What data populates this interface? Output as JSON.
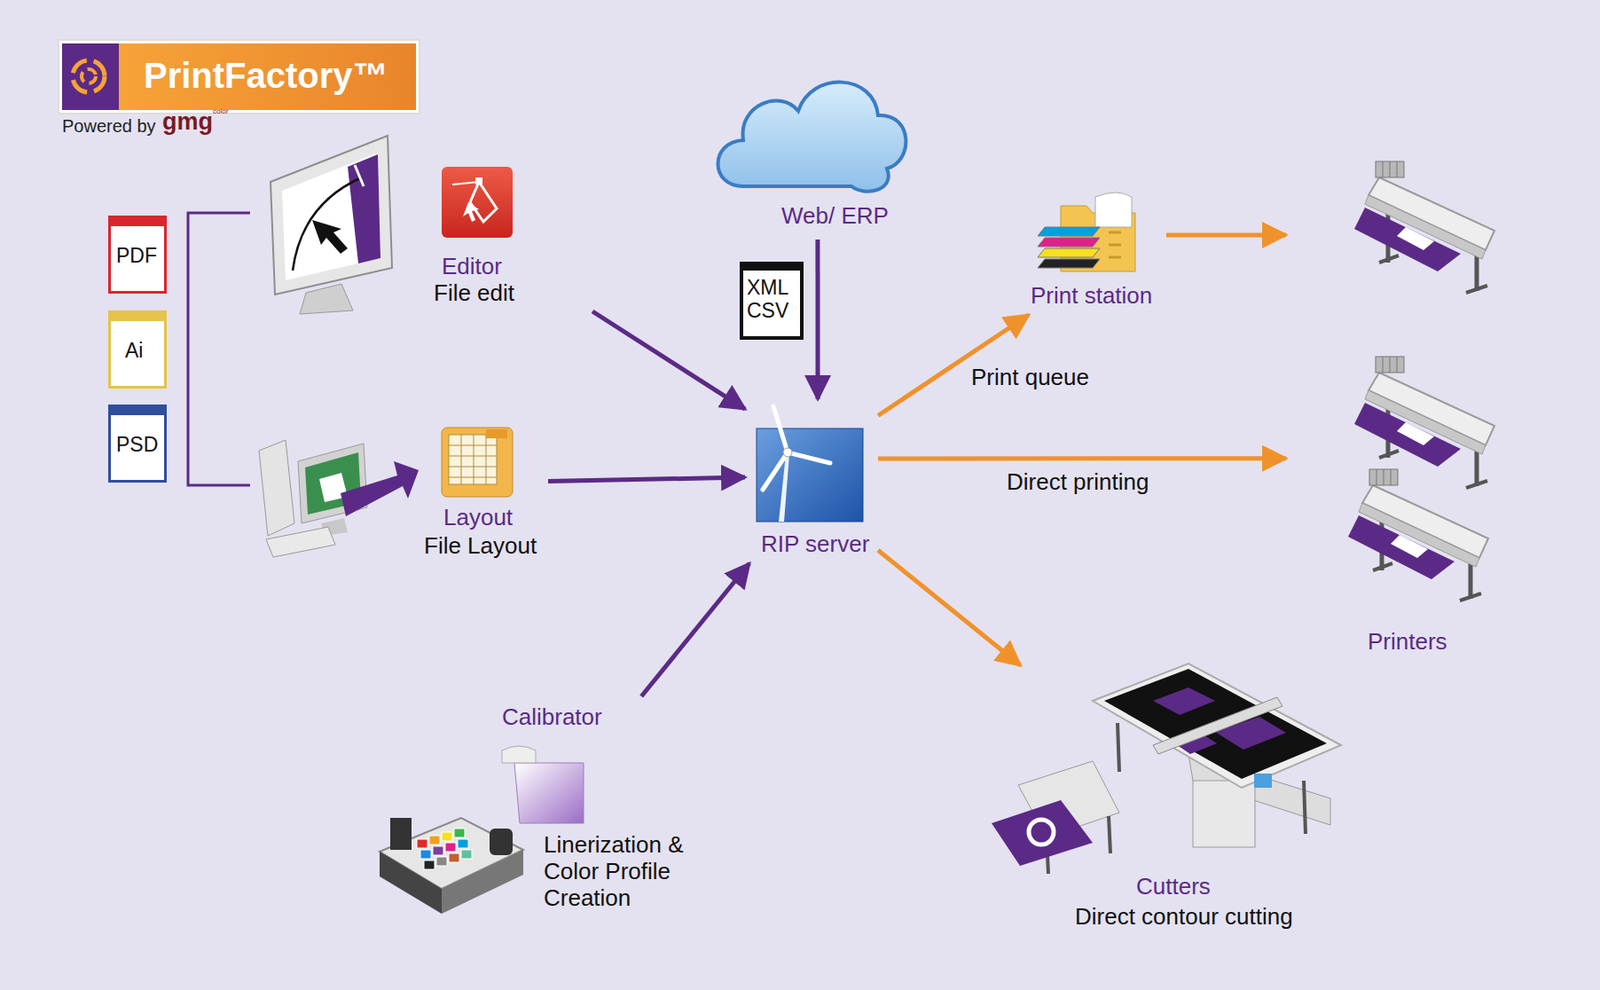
{
  "diagram": {
    "nodes": [
      {
        "text": [
          "PrintFactory™"
        ]
      },
      {
        "text": [
          "PDF"
        ]
      },
      {
        "text": [
          "Ai"
        ]
      },
      {
        "text": [
          "PSD"
        ]
      },
      {
        "text": [
          "Editor",
          "File edit"
        ]
      },
      {
        "text": [
          "Web/ ERP"
        ]
      },
      {
        "text": [
          "XML CSV"
        ]
      },
      {
        "text": [
          "Print station"
        ]
      },
      {
        "text": [
          "Layout",
          "File Layout"
        ]
      },
      {
        "text": [
          "RIP server"
        ]
      },
      {
        "text": [
          "Printers"
        ]
      },
      {
        "text": [
          "Calibrator",
          "Linerization & Color Profile Creation"
        ]
      },
      {
        "text": [
          "Cutters",
          "Direct contour cutting"
        ]
      }
    ],
    "edges": [
      {
        "from": 4,
        "to": 9,
        "arrow": "to"
      },
      {
        "from": 8,
        "to": 9,
        "arrow": "to"
      },
      {
        "from": 5,
        "to": 9,
        "arrow": "to"
      },
      {
        "from": 11,
        "to": 9,
        "arrow": "to"
      },
      {
        "from": 9,
        "to": 7,
        "label": "Print queue",
        "arrow": "to"
      },
      {
        "from": 9,
        "to": 10,
        "label": "Direct printing",
        "arrow": "to"
      },
      {
        "from": 9,
        "to": 12,
        "arrow": "to"
      },
      {
        "from": 7,
        "to": 10,
        "arrow": "to"
      }
    ],
    "labels": [
      "Powered by",
      "gmg",
      "color"
    ]
  }
}
